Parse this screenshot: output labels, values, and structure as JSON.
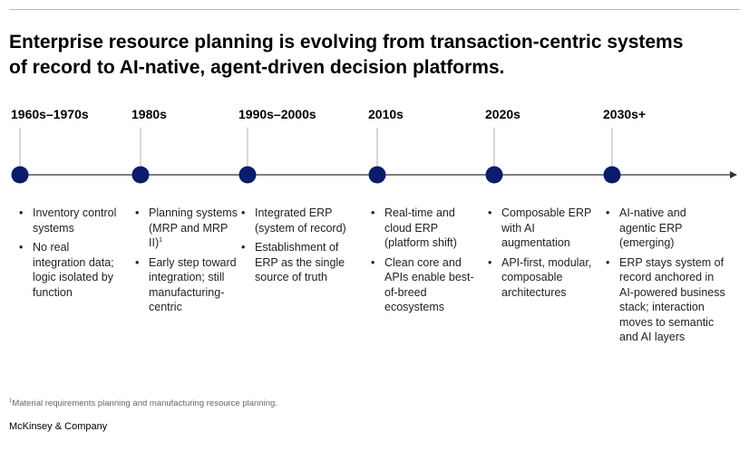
{
  "title_lines": [
    "Enterprise resource planning is evolving from transaction-centric systems",
    "of record to AI-native, agent-driven decision platforms."
  ],
  "eras": [
    {
      "label": "1960s–1970s",
      "bullets": [
        "Inventory control systems",
        "No real integration data; logic isolated by function"
      ]
    },
    {
      "label": "1980s",
      "bullets": [
        "Planning systems (MRP and MRP II)",
        "Early step toward integration; still manufacturing-centric"
      ],
      "footnote_marker": "1"
    },
    {
      "label": "1990s–2000s",
      "bullets": [
        "Integrated ERP (system of record)",
        "Establishment of ERP as the single source of truth"
      ]
    },
    {
      "label": "2010s",
      "bullets": [
        "Real-time and cloud ERP (platform shift)",
        "Clean core and APIs enable best-of-breed ecosystems"
      ]
    },
    {
      "label": "2020s",
      "bullets": [
        "Composable ERP with AI augmentation",
        "API-first, modular, composable architectures"
      ]
    },
    {
      "label": "2030s+",
      "bullets": [
        "AI-native and agentic ERP (emerging)",
        "ERP stays system of record anchored in AI-powered business stack; interaction moves to semantic and AI layers"
      ]
    }
  ],
  "footnote": {
    "marker": "1",
    "text": "Material requirements planning and manufacturing resource planning."
  },
  "brand": "McKinsey & Company",
  "colors": {
    "node": "#0a1c6b",
    "line": "#333333",
    "connector": "#b0b0b0"
  }
}
